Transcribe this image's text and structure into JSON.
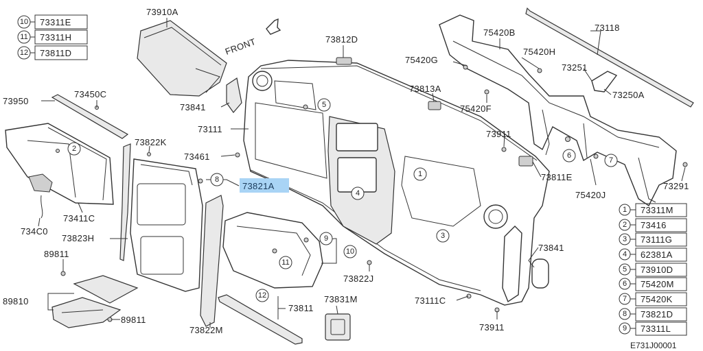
{
  "legend_top": [
    {
      "n": "10",
      "code": "73311E"
    },
    {
      "n": "11",
      "code": "73311H"
    },
    {
      "n": "12",
      "code": "73811D"
    }
  ],
  "legend_right": [
    {
      "n": "1",
      "code": "73311M"
    },
    {
      "n": "2",
      "code": "73416"
    },
    {
      "n": "3",
      "code": "73111G"
    },
    {
      "n": "4",
      "code": "62381A"
    },
    {
      "n": "5",
      "code": "73910D"
    },
    {
      "n": "6",
      "code": "75420M"
    },
    {
      "n": "7",
      "code": "75420K"
    },
    {
      "n": "8",
      "code": "73821D"
    },
    {
      "n": "9",
      "code": "73311L"
    }
  ],
  "labels": {
    "l73910A": "73910A",
    "front": "FRONT",
    "l73812D": "73812D",
    "l75420B": "75420B",
    "l73118": "73118",
    "l75420G": "75420G",
    "l75420H": "75420H",
    "l73251": "73251",
    "l73813A": "73813A",
    "l73250A": "73250A",
    "l73950": "73950",
    "l73450C": "73450C",
    "l73841a": "73841",
    "l75420F": "75420F",
    "l73111": "73111",
    "l73911a": "73911",
    "l73822K": "73822K",
    "l73461": "73461",
    "l73821A": "73821A",
    "l73811E": "73811E",
    "l75420J": "75420J",
    "l73291": "73291",
    "l73411C": "73411C",
    "l73400": "734C0",
    "l73823H": "73823H",
    "l73841b": "73841",
    "l89811a": "89811",
    "l89810": "89810",
    "l89811b": "89811",
    "l73822J": "73822J",
    "l73111C": "73111C",
    "l73911b": "73911",
    "l73831M": "73831M",
    "l73811": "73811",
    "l73822M": "73822M",
    "ref": "E731J00001"
  },
  "callouts": {
    "c5": "5",
    "c2": "2",
    "c8": "8",
    "c6": "6",
    "c7": "7",
    "c1": "1",
    "c4": "4",
    "c3": "3",
    "c9": "9",
    "c10": "10",
    "c11": "11",
    "c12": "12"
  },
  "highlight_color": "#a9d4f5"
}
